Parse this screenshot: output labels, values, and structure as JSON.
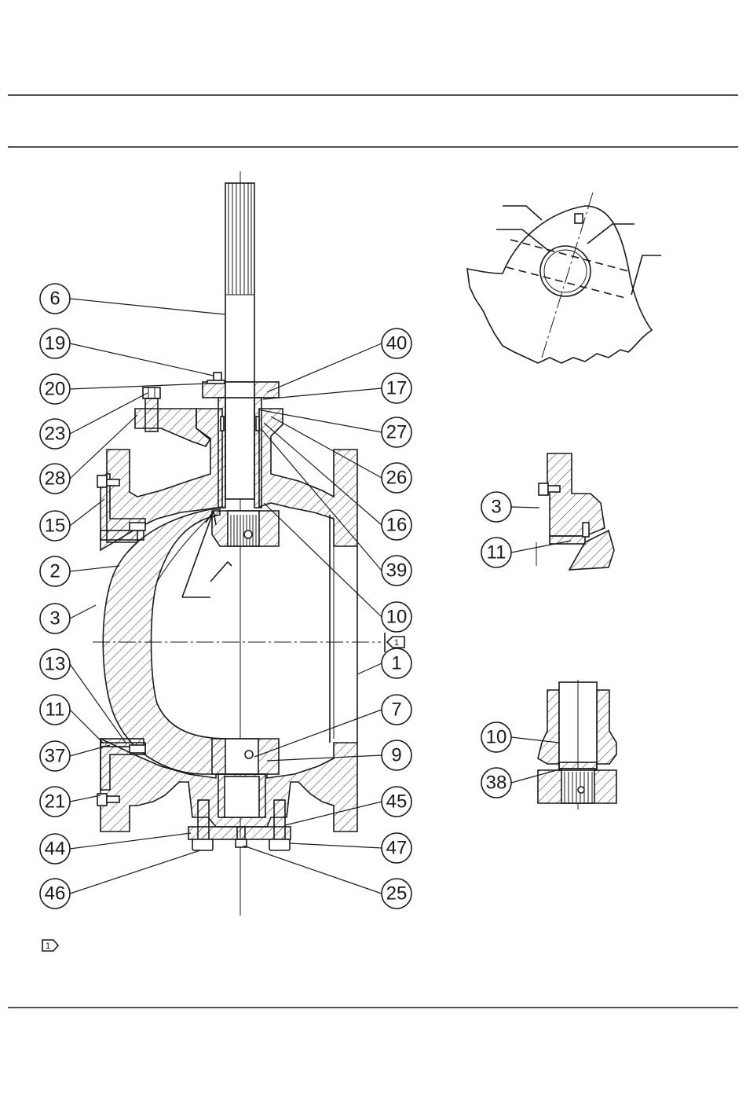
{
  "callouts": [
    {
      "id": "6",
      "label": "6"
    },
    {
      "id": "19",
      "label": "19"
    },
    {
      "id": "20",
      "label": "20"
    },
    {
      "id": "23",
      "label": "23"
    },
    {
      "id": "28",
      "label": "28"
    },
    {
      "id": "15",
      "label": "15"
    },
    {
      "id": "2",
      "label": "2"
    },
    {
      "id": "3",
      "label": "3"
    },
    {
      "id": "13",
      "label": "13"
    },
    {
      "id": "11",
      "label": "11"
    },
    {
      "id": "37",
      "label": "37"
    },
    {
      "id": "21",
      "label": "21"
    },
    {
      "id": "44",
      "label": "44"
    },
    {
      "id": "46",
      "label": "46"
    },
    {
      "id": "40",
      "label": "40"
    },
    {
      "id": "17",
      "label": "17"
    },
    {
      "id": "27",
      "label": "27"
    },
    {
      "id": "26",
      "label": "26"
    },
    {
      "id": "16",
      "label": "16"
    },
    {
      "id": "39",
      "label": "39"
    },
    {
      "id": "10",
      "label": "10"
    },
    {
      "id": "1",
      "label": "1"
    },
    {
      "id": "7",
      "label": "7"
    },
    {
      "id": "9",
      "label": "9"
    },
    {
      "id": "45",
      "label": "45"
    },
    {
      "id": "47",
      "label": "47"
    },
    {
      "id": "25",
      "label": "25"
    },
    {
      "id": "3b",
      "label": "3"
    },
    {
      "id": "11b",
      "label": "11"
    },
    {
      "id": "10b",
      "label": "10"
    },
    {
      "id": "38",
      "label": "38"
    }
  ],
  "note_flag": {
    "label": "1"
  },
  "colors": {
    "ink": "#1a1a1a",
    "paper": "#ffffff"
  }
}
